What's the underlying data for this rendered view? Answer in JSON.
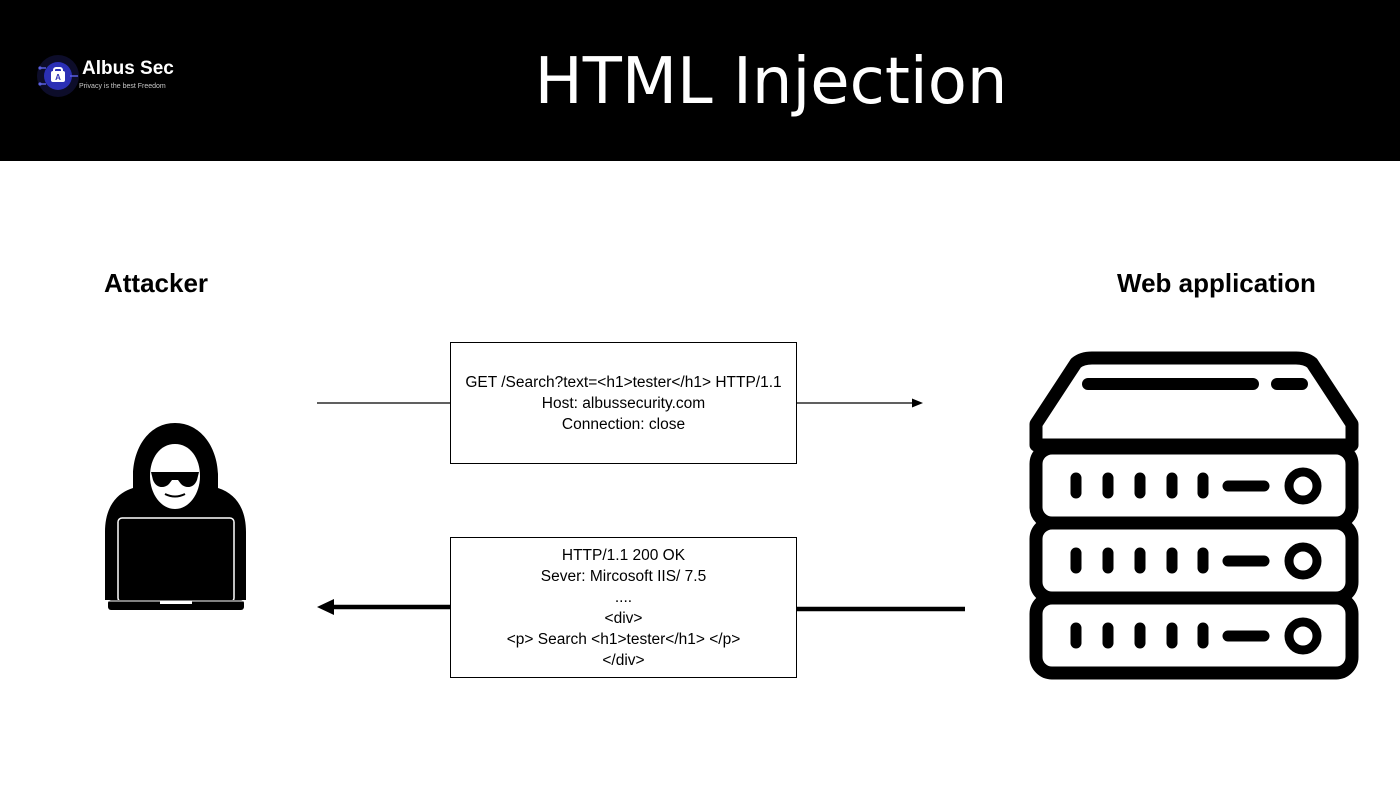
{
  "header": {
    "title": "HTML Injection",
    "logo": {
      "name": "Albus Sec",
      "tagline": "Privacy is the best Freedom"
    }
  },
  "diagram": {
    "attacker_label": "Attacker",
    "webapp_label": "Web application",
    "request": {
      "lines": [
        "GET /Search?text=<h1>tester</h1> HTTP/1.1",
        "Host: albussecurity.com",
        "Connection: close"
      ]
    },
    "response": {
      "lines": [
        "HTTP/1.1 200 OK",
        "Sever: Mircosoft IIS/ 7.5",
        "....",
        "<div>",
        "<p> Search <h1>tester</h1> </p>",
        "</div>"
      ]
    }
  },
  "icons": {
    "logo": "albus-sec-logo-icon",
    "attacker": "hacker-icon",
    "server": "server-icon"
  },
  "colors": {
    "header_bg": "#000000",
    "page_bg": "#ffffff",
    "logo_accent": "#2b2fb5"
  }
}
